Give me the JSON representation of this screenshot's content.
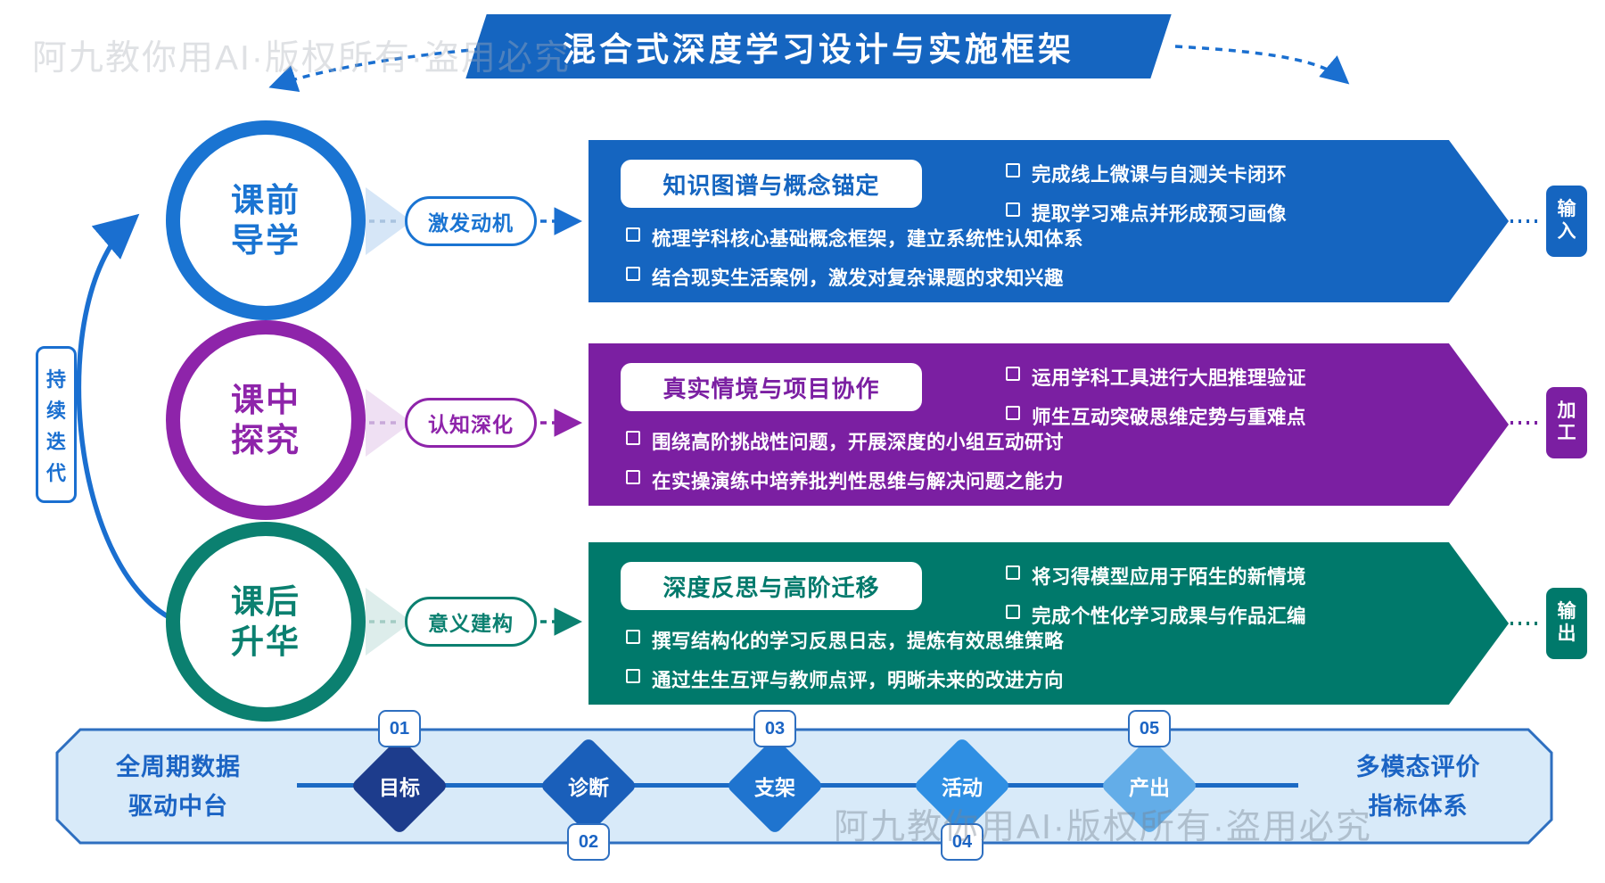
{
  "watermarks": {
    "top_left": "阿九教你用AI·版权所有·盗用必究",
    "bottom_right": "阿九教你用AI·版权所有·盗用必究"
  },
  "title": "混合式深度学习设计与实施框架",
  "title_bg": "#1565C0",
  "cycle_label_chars": [
    "持",
    "续",
    "迭",
    "代"
  ],
  "stages": [
    {
      "name": "pre-class",
      "circle_line1": "课前",
      "circle_line2": "导学",
      "pill": "激发动机",
      "banner_title": "知识图谱与概念锚定",
      "left_items": [
        "梳理学科核心基础概念框架，建立系统性认知体系",
        "结合现实生活案例，激发对复杂课题的求知兴趣"
      ],
      "right_items": [
        "完成线上微课与自测关卡闭环",
        "提取学习难点并形成预习画像"
      ],
      "side_tag_line1": "输",
      "side_tag_line2": "入",
      "colors": {
        "primary": "#1A74D2",
        "banner": "#1565C0"
      }
    },
    {
      "name": "in-class",
      "circle_line1": "课中",
      "circle_line2": "探究",
      "pill": "认知深化",
      "banner_title": "真实情境与项目协作",
      "left_items": [
        "围绕高阶挑战性问题，开展深度的小组互动研讨",
        "在实操演练中培养批判性思维与解决问题之能力"
      ],
      "right_items": [
        "运用学科工具进行大胆推理验证",
        "师生互动突破思维定势与重难点"
      ],
      "side_tag_line1": "加",
      "side_tag_line2": "工",
      "colors": {
        "primary": "#8E24AA",
        "banner": "#7B1FA2"
      }
    },
    {
      "name": "post-class",
      "circle_line1": "课后",
      "circle_line2": "升华",
      "pill": "意义建构",
      "banner_title": "深度反思与高阶迁移",
      "left_items": [
        "撰写结构化的学习反思日志，提炼有效思维策略",
        "通过生生互评与教师点评，明晰未来的改进方向"
      ],
      "right_items": [
        "将习得模型应用于陌生的新情境",
        "完成个性化学习成果与作品汇编"
      ],
      "side_tag_line1": "输",
      "side_tag_line2": "出",
      "colors": {
        "primary": "#0B8070",
        "banner": "#00796B"
      }
    }
  ],
  "bottom_bar": {
    "left_label_line1": "全周期数据",
    "left_label_line2": "驱动中台",
    "right_label_line1": "多模态评价",
    "right_label_line2": "指标体系",
    "panel_fill": "#D8EAF9",
    "panel_border": "#2E6FC0",
    "steps": [
      {
        "num": "01",
        "label": "目标",
        "color": "#1D3C8C",
        "badge": "top"
      },
      {
        "num": "02",
        "label": "诊断",
        "color": "#1A5FBA",
        "badge": "bottom"
      },
      {
        "num": "03",
        "label": "支架",
        "color": "#1F74CF",
        "badge": "top"
      },
      {
        "num": "04",
        "label": "活动",
        "color": "#2F8FE3",
        "badge": "bottom"
      },
      {
        "num": "05",
        "label": "产出",
        "color": "#63ADE8",
        "badge": "top"
      }
    ]
  }
}
